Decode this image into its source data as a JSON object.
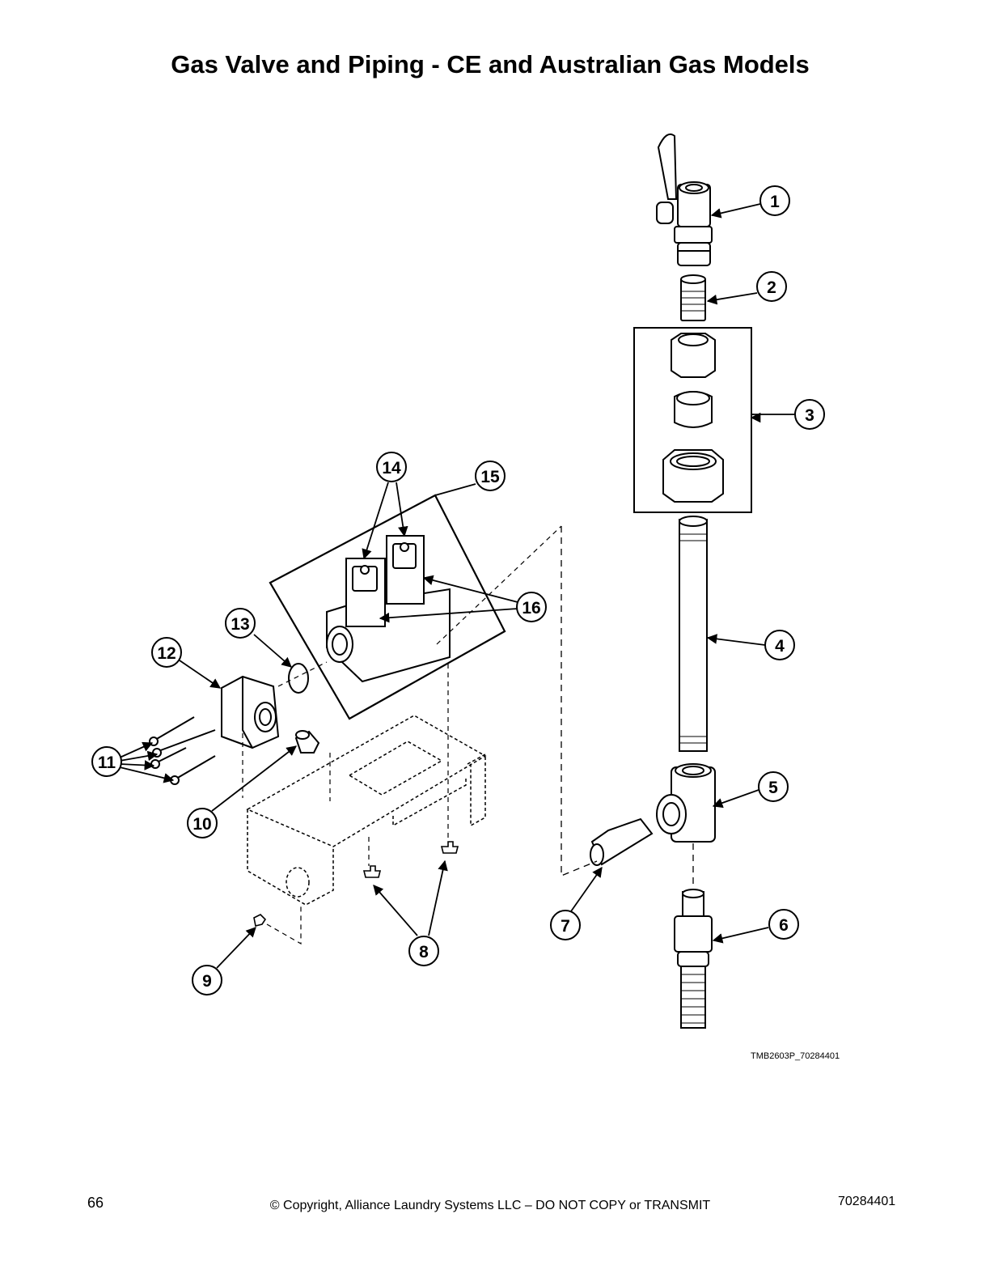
{
  "page": {
    "title": "Gas Valve and Piping - CE and Australian Gas Models",
    "drawing_id": "TMB2603P_70284401",
    "footer": {
      "page_number": "66",
      "copyright": "© Copyright, Alliance Laundry Systems LLC – DO NOT COPY or TRANSMIT",
      "document_number": "70284401"
    }
  },
  "callouts": [
    "1",
    "2",
    "3",
    "4",
    "5",
    "6",
    "7",
    "8",
    "9",
    "10",
    "11",
    "12",
    "13",
    "14",
    "15",
    "16"
  ]
}
